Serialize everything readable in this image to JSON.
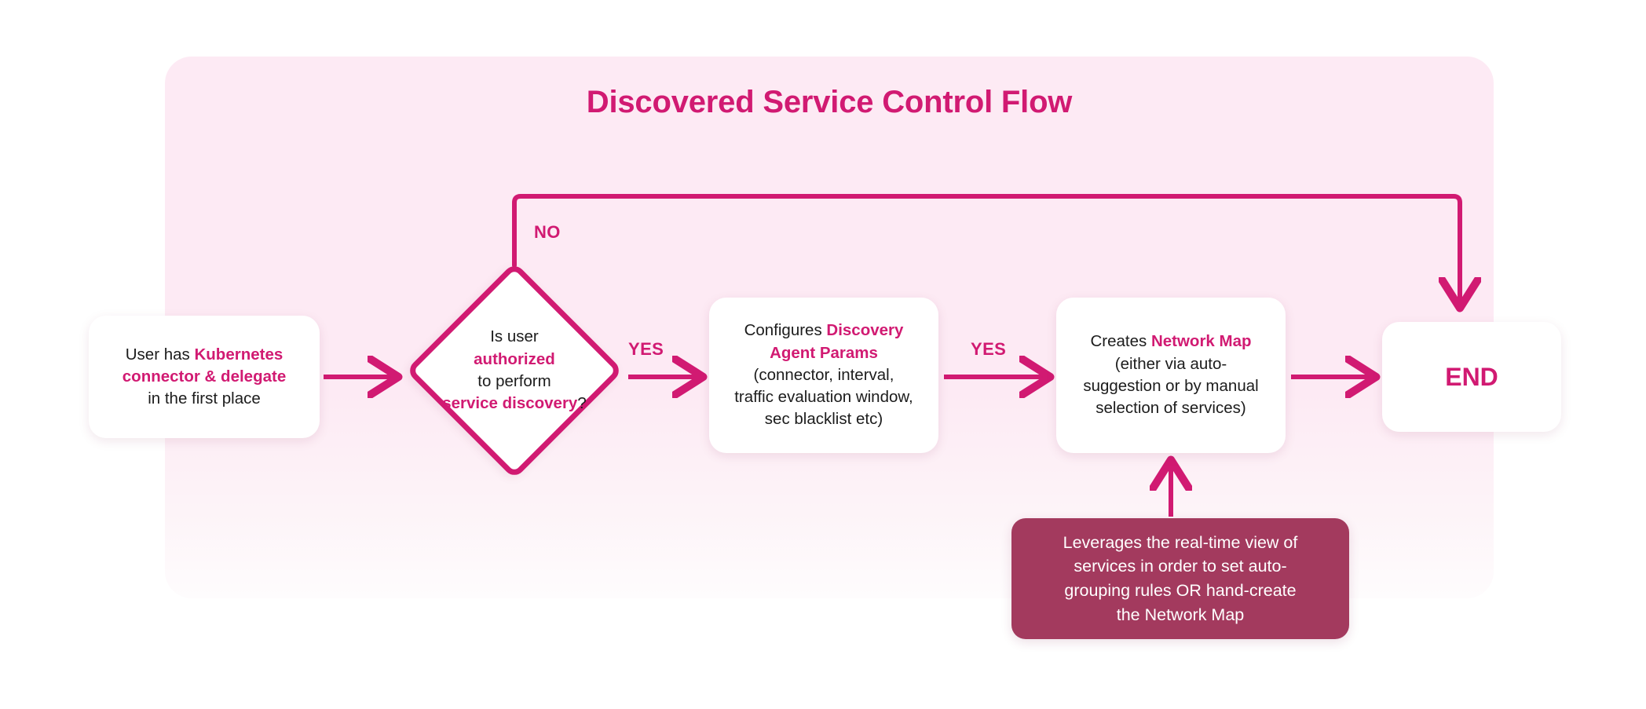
{
  "title": "Discovered Service Control Flow",
  "colors": {
    "accent": "#d11a72",
    "panel_bg": "#fdeaf4",
    "note_bg": "#a33a5e",
    "node_bg": "#ffffff",
    "text": "#1c1c1c",
    "note_text": "#ffffff"
  },
  "nodes": {
    "start": {
      "type": "process",
      "line1_plain": "User has ",
      "line1_highlight": "Kubernetes",
      "line2_highlight": "connector & delegate",
      "line3_plain": "in the first place",
      "full_text": "User has Kubernetes connector & delegate in the first place"
    },
    "decision": {
      "type": "decision",
      "line1_plain": "Is user",
      "line2_highlight": "authorized",
      "line3_plain": "to perform",
      "line4_highlight": "service discovery",
      "line4_suffix": "?",
      "full_text": "Is user authorized to perform service discovery?"
    },
    "config": {
      "type": "process",
      "line1_plain": "Configures ",
      "line1_highlight": "Discovery",
      "line2_highlight": "Agent Params",
      "line3_plain": "(connector, interval,",
      "line4_plain": "traffic evaluation window,",
      "line5_plain": "sec blacklist etc)",
      "full_text": "Configures Discovery Agent Params (connector, interval, traffic evaluation window, sec blacklist etc)"
    },
    "netmap": {
      "type": "process",
      "line1_plain": "Creates ",
      "line1_highlight": "Network Map",
      "line2_plain": "(either via auto-",
      "line3_plain": "suggestion or by manual",
      "line4_plain": "selection of services)",
      "full_text": "Creates Network Map (either via auto-suggestion or by manual selection of services)"
    },
    "end": {
      "type": "terminator",
      "label": "END"
    },
    "note": {
      "type": "annotation",
      "line1": "Leverages the real-time view of",
      "line2": "services in order to set auto-",
      "line3": "grouping rules OR hand-create",
      "line4": "the Network Map",
      "full_text": "Leverages the real-time view of services in order to set auto-grouping rules OR hand-create the Network Map"
    }
  },
  "edges": {
    "start_to_decision": {
      "label": ""
    },
    "decision_no": {
      "label": "NO",
      "target": "END"
    },
    "decision_yes": {
      "label": "YES",
      "target": "Configures Discovery Agent Params"
    },
    "config_to_netmap": {
      "label": "YES",
      "target": "Creates Network Map"
    },
    "netmap_to_end": {
      "label": ""
    },
    "note_to_netmap": {
      "label": ""
    }
  }
}
